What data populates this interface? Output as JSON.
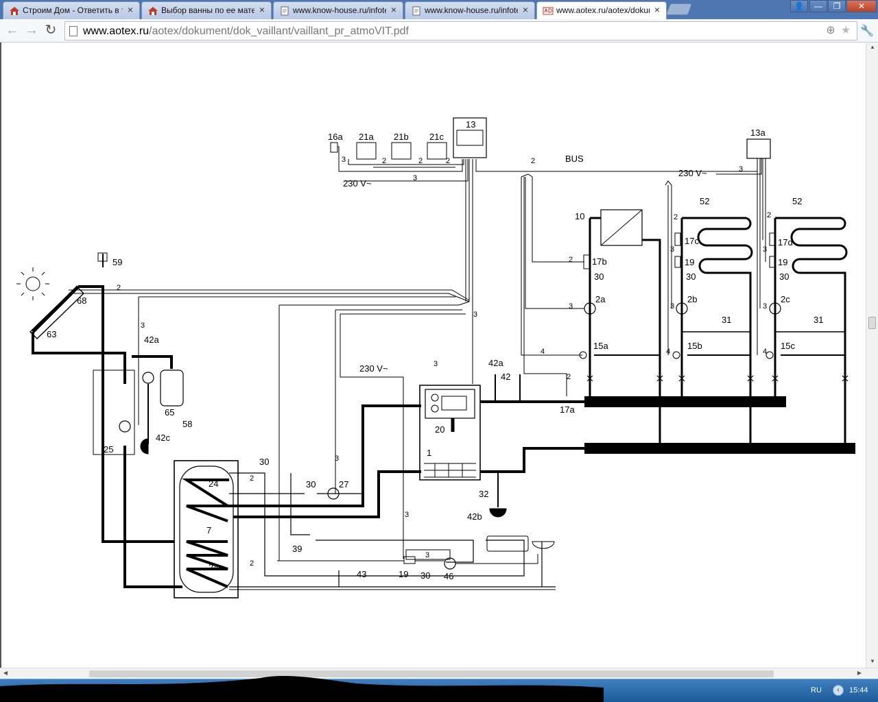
{
  "browser": {
    "tabs": [
      {
        "title": "Строим Дом - Ответить в т",
        "icon": "house-favicon"
      },
      {
        "title": "Выбор ванны по ее матери",
        "icon": "house-favicon"
      },
      {
        "title": "www.know-house.ru/infotek",
        "icon": "document-favicon"
      },
      {
        "title": "www.know-house.ru/infotek",
        "icon": "document-favicon"
      },
      {
        "title": "www.aotex.ru/aotex/dokum",
        "icon": "pdf-favicon",
        "active": true
      }
    ],
    "address": {
      "host": "www.aotex.ru",
      "path": "/aotex/dokument/dok_vaillant/vaillant_pr_atmoVIT.pdf"
    },
    "close_glyph": "×",
    "window_controls": {
      "user": "👤",
      "minimize": "—",
      "restore": "❐",
      "close": "✕"
    },
    "nav": {
      "back": "←",
      "forward": "→",
      "reload": "↻"
    },
    "omnibox_icons": {
      "zoom": "⊕",
      "star": "★"
    },
    "wrench": "🔧"
  },
  "diagram": {
    "labels": {
      "c13": "13",
      "c13a": "13a",
      "c16a": "16a",
      "c21a": "21a",
      "c21b": "21b",
      "c21c": "21c",
      "bus": "BUS",
      "v230_top": "230 V~",
      "v230_mid": "230 V~",
      "v230_right": "230 V~",
      "c59": "59",
      "c68": "68",
      "c63": "63",
      "c42a_left": "42a",
      "c65": "65",
      "c58": "58",
      "c42c": "42c",
      "c25": "25",
      "c30_a": "30",
      "c30_b": "30",
      "c27": "27",
      "c24_top": "24",
      "c24_bot": "24",
      "c7": "7",
      "c39": "39",
      "c43": "43",
      "c19_bot": "19",
      "c30_c": "30",
      "c46": "46",
      "c20": "20",
      "c1": "1",
      "c42a_mid": "42a",
      "c42": "42",
      "c32": "32",
      "c42b": "42b",
      "c17a": "17a",
      "c10": "10",
      "c17b": "17b",
      "c30_d": "30",
      "c2a": "2a",
      "c15a": "15a",
      "c52_a": "52",
      "c17c": "17c",
      "c19_a": "19",
      "c30_e": "30",
      "c2b": "2b",
      "c31_a": "31",
      "c15b": "15b",
      "c52_b": "52",
      "c17d": "17d",
      "c19_b": "19",
      "c30_f": "30",
      "c2c": "2c",
      "c31_b": "31",
      "c15c": "15c",
      "w2": "2",
      "w3": "3",
      "w4": "4"
    }
  },
  "taskbar": {
    "lang": "RU",
    "clock": "15:44",
    "tray_icon": "back-arrow-icon"
  },
  "scroll": {
    "up": "▲",
    "down": "▼",
    "left": "◀",
    "right": "▶"
  }
}
